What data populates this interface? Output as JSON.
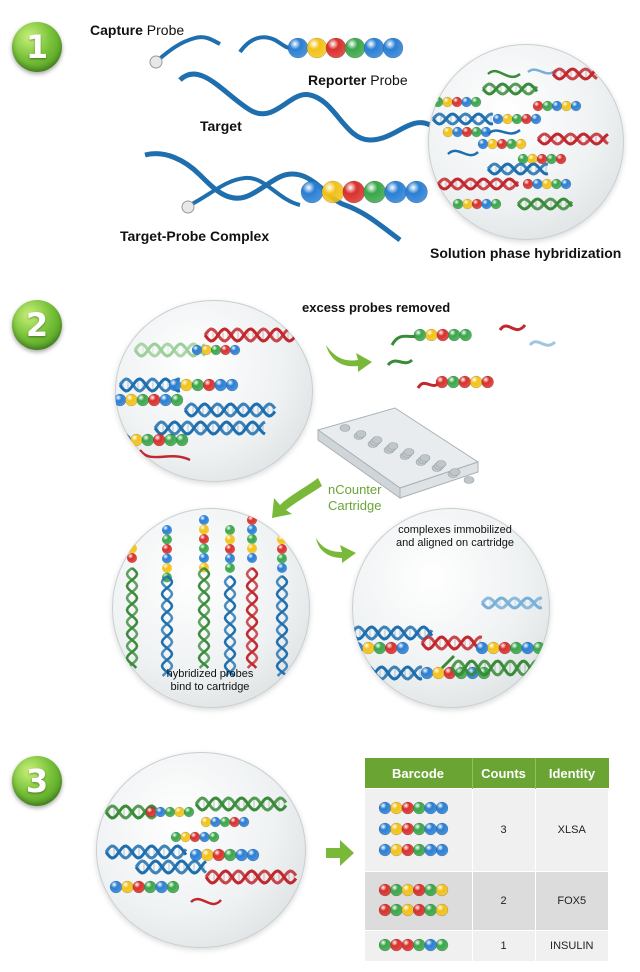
{
  "steps": [
    {
      "number": "1"
    },
    {
      "number": "2"
    },
    {
      "number": "3"
    }
  ],
  "step1": {
    "capture_probe": {
      "bold": "Capture",
      "rest": " Probe"
    },
    "reporter_probe": {
      "bold": "Reporter",
      "rest": " Probe"
    },
    "target": "Target",
    "target_probe_complex": "Target-Probe Complex",
    "solution_phase": "Solution phase hybridization"
  },
  "step2": {
    "excess_probes": "excess probes removed",
    "ncounter_line1": "nCounter",
    "ncounter_line2": "Cartridge",
    "complexes_line1": "complexes immobilized",
    "complexes_line2": "and aligned on cartridge",
    "hybridized_line1": "hybridized probes",
    "hybridized_line2": "bind to cartridge"
  },
  "step3": {
    "table": {
      "headers": [
        "Barcode",
        "Counts",
        "Identity"
      ],
      "rows": [
        {
          "count": "3",
          "identity": "XLSA"
        },
        {
          "count": "2",
          "identity": "FOX5"
        },
        {
          "count": "1",
          "identity": "INSULIN"
        }
      ]
    }
  },
  "colors": {
    "dna_blue": "#1f6fae",
    "dna_red": "#c0282e",
    "dna_green": "#3a8a3a",
    "bead_blue": "#2a7fd4",
    "bead_yellow": "#f2c21a",
    "bead_red": "#d8312c",
    "bead_green": "#3aa64a",
    "step_green": "#79c23a",
    "label_green": "#6aa534"
  }
}
